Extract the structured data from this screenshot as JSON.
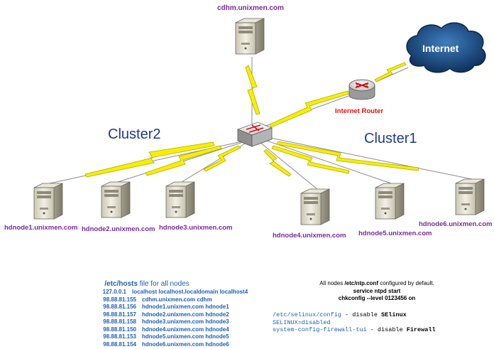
{
  "cluster_labels": {
    "left": "Cluster2",
    "right": "Cluster1"
  },
  "master": {
    "hostname": "cdhm.unixmen.com"
  },
  "router": {
    "label": "Internet Router"
  },
  "internet": {
    "label": "Internet"
  },
  "nodes": [
    {
      "hostname": "hdnode1.unixmen.com"
    },
    {
      "hostname": "hdnode2.unixmen.com"
    },
    {
      "hostname": "hdnode3.unixmen.com"
    },
    {
      "hostname": "hdnode4.unixmen.com"
    },
    {
      "hostname": "hdnode5.unixmen.com"
    },
    {
      "hostname": "hdnode6.unixmen.com"
    }
  ],
  "hosts_file": {
    "title_file": "/etc/hosts",
    "title_rest": " file for all nodes",
    "entries": [
      {
        "ip": "127.0.0.1",
        "names": "localhost localhost.localdomain localhost4"
      },
      {
        "ip": "98.88.81.155",
        "names": "cdhm.unixmen.com cdhm"
      },
      {
        "ip": "98.88.81.156",
        "names": "hdnode1.unixmen.com hdnode1"
      },
      {
        "ip": "98.88.81.157",
        "names": "hdnode2.unixmen.com hdnode2"
      },
      {
        "ip": "98.88.81.158",
        "names": "hdnode3.unixmen.com hdnode3"
      },
      {
        "ip": "98.88.81.150",
        "names": "hdnode4.unixmen.com hdnode4"
      },
      {
        "ip": "98.88.81.153",
        "names": "hdnode5.unixmen.com hdnode5"
      },
      {
        "ip": "98.88.81.154",
        "names": "hdnode6.unixmen.com hdnode6"
      }
    ]
  },
  "ntp": {
    "prefix": "All nodes ",
    "file": "/etc/ntp.conf",
    "suffix": " configured by default.",
    "cmd1": "service ntpd start",
    "cmd2": "chkconfig --level 0123456 on"
  },
  "selinux": {
    "line1_code": "/etc/selinux/config",
    "line1_mid": " - disable ",
    "line1_bold": "SElinux",
    "line2_code": "SELINUX=disabled",
    "line3_code": "system-config-firewall-tui",
    "line3_mid": " - disable ",
    "line3_bold": "Firewall"
  },
  "colors": {
    "hostname": "#7a2a9a",
    "router_label": "#e01010",
    "cluster_label": "#1f3a8a",
    "lightning": "#f5f000",
    "hosts_text": "#1f5fb5",
    "cloud": "#1d4f86"
  }
}
